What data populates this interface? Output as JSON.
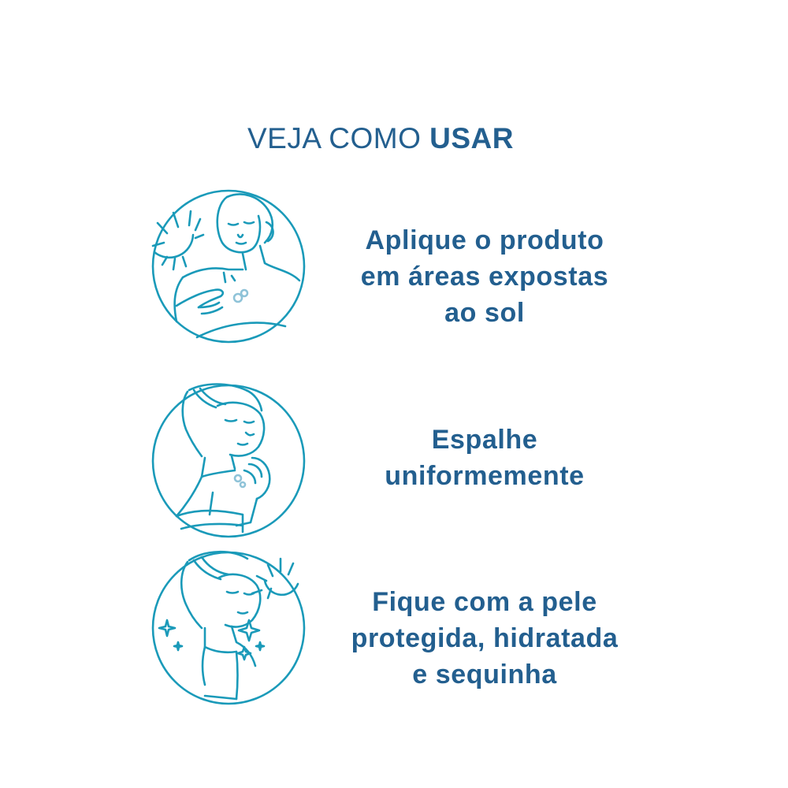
{
  "header": {
    "title_regular": "VEJA COMO ",
    "title_bold": "USAR"
  },
  "steps": [
    {
      "icon": "woman-applying-sunscreen-sun-icon",
      "lines": [
        "Aplique o produto",
        "em áreas expostas",
        "ao sol"
      ]
    },
    {
      "icon": "woman-spreading-product-icon",
      "lines": [
        "Espalhe",
        "uniformemente"
      ]
    },
    {
      "icon": "woman-protected-sparkles-sun-icon",
      "lines": [
        "Fique com a pele",
        "protegida, hidratada",
        "e sequinha"
      ]
    }
  ],
  "colors": {
    "text": "#235f8f",
    "icon_stroke": "#1a9ab9"
  }
}
